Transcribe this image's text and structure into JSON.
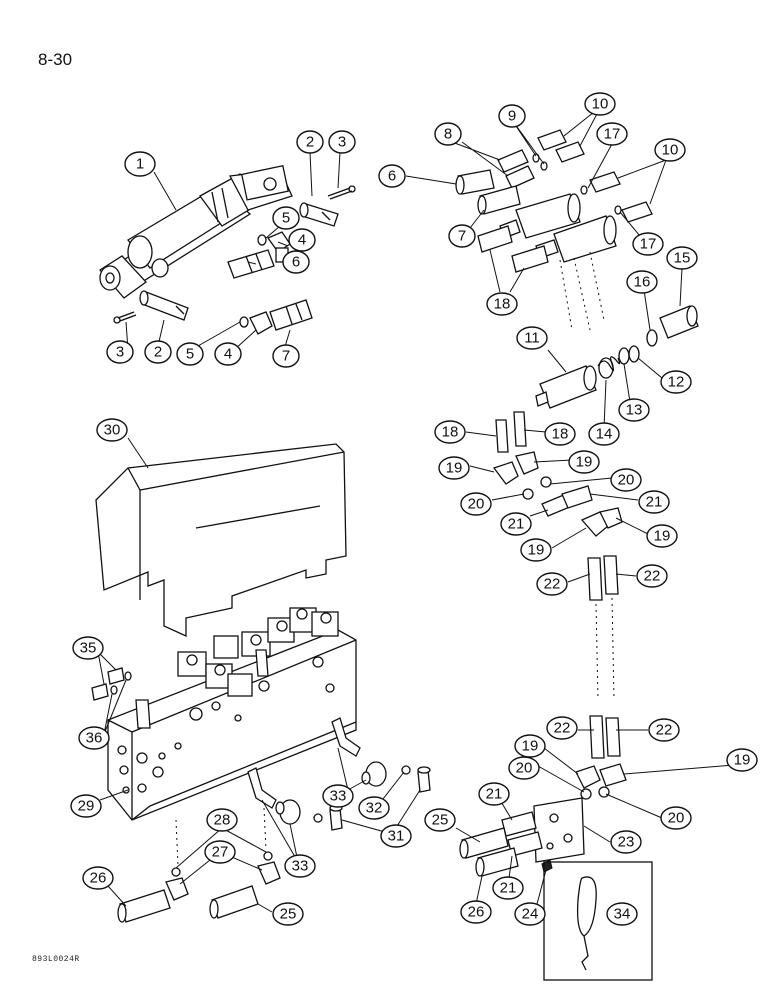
{
  "page": {
    "number": "8-30",
    "code": "893L0024R"
  },
  "callouts": [
    {
      "id": "c1",
      "label": "1"
    },
    {
      "id": "c2a",
      "label": "2"
    },
    {
      "id": "c3a",
      "label": "3"
    },
    {
      "id": "c5a",
      "label": "5"
    },
    {
      "id": "c4a",
      "label": "4"
    },
    {
      "id": "c6a",
      "label": "6"
    },
    {
      "id": "c3b",
      "label": "3"
    },
    {
      "id": "c2b",
      "label": "2"
    },
    {
      "id": "c5b",
      "label": "5"
    },
    {
      "id": "c4b",
      "label": "4"
    },
    {
      "id": "c7a",
      "label": "7"
    },
    {
      "id": "c8",
      "label": "8"
    },
    {
      "id": "c9",
      "label": "9"
    },
    {
      "id": "c10a",
      "label": "10"
    },
    {
      "id": "c6b",
      "label": "6"
    },
    {
      "id": "c17a",
      "label": "17"
    },
    {
      "id": "c10b",
      "label": "10"
    },
    {
      "id": "c7b",
      "label": "7"
    },
    {
      "id": "c17b",
      "label": "17"
    },
    {
      "id": "c18a",
      "label": "18"
    },
    {
      "id": "c15",
      "label": "15"
    },
    {
      "id": "c16",
      "label": "16"
    },
    {
      "id": "c11",
      "label": "11"
    },
    {
      "id": "c12",
      "label": "12"
    },
    {
      "id": "c13",
      "label": "13"
    },
    {
      "id": "c14",
      "label": "14"
    },
    {
      "id": "c18b",
      "label": "18"
    },
    {
      "id": "c18c",
      "label": "18"
    },
    {
      "id": "c19a",
      "label": "19"
    },
    {
      "id": "c19b",
      "label": "19"
    },
    {
      "id": "c20a",
      "label": "20"
    },
    {
      "id": "c20b",
      "label": "20"
    },
    {
      "id": "c21a",
      "label": "21"
    },
    {
      "id": "c21b",
      "label": "21"
    },
    {
      "id": "c19c",
      "label": "19"
    },
    {
      "id": "c19d",
      "label": "19"
    },
    {
      "id": "c22a",
      "label": "22"
    },
    {
      "id": "c22b",
      "label": "22"
    },
    {
      "id": "c30",
      "label": "30"
    },
    {
      "id": "c35",
      "label": "35"
    },
    {
      "id": "c36",
      "label": "36"
    },
    {
      "id": "c29",
      "label": "29"
    },
    {
      "id": "c22c",
      "label": "22"
    },
    {
      "id": "c22d",
      "label": "22"
    },
    {
      "id": "c19e",
      "label": "19"
    },
    {
      "id": "c19f",
      "label": "19"
    },
    {
      "id": "c20c",
      "label": "20"
    },
    {
      "id": "c20d",
      "label": "20"
    },
    {
      "id": "c33a",
      "label": "33"
    },
    {
      "id": "c32",
      "label": "32"
    },
    {
      "id": "c31",
      "label": "31"
    },
    {
      "id": "c33b",
      "label": "33"
    },
    {
      "id": "c21c",
      "label": "21"
    },
    {
      "id": "c25a",
      "label": "25"
    },
    {
      "id": "c23",
      "label": "23"
    },
    {
      "id": "c21d",
      "label": "21"
    },
    {
      "id": "c28",
      "label": "28"
    },
    {
      "id": "c27",
      "label": "27"
    },
    {
      "id": "c26a",
      "label": "26"
    },
    {
      "id": "c25b",
      "label": "25"
    },
    {
      "id": "c26b",
      "label": "26"
    },
    {
      "id": "c24",
      "label": "24"
    },
    {
      "id": "c34",
      "label": "34"
    }
  ]
}
